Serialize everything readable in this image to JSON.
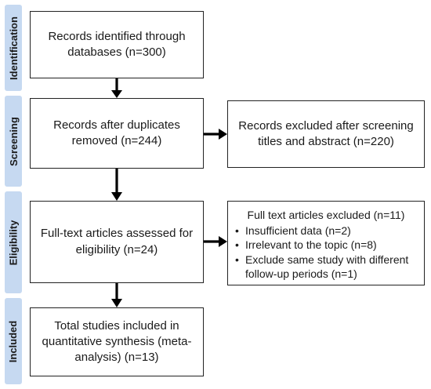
{
  "phases": [
    {
      "id": "identification",
      "label": "Identification"
    },
    {
      "id": "screening",
      "label": "Screening"
    },
    {
      "id": "eligibility",
      "label": "Eligibility"
    },
    {
      "id": "included",
      "label": "Included"
    }
  ],
  "boxes": {
    "identified": "Records identified through\ndatabases (n=300)",
    "after_duplicates": "Records after duplicates\nremoved (n=244)",
    "excluded_screening": "Records excluded after screening\ntitles and abstract (n=220)",
    "assessed": "Full-text articles assessed for\neligibility (n=24)",
    "included": "Total  studies included in\nquantitative synthesis (meta-\nanalysis) (n=13)"
  },
  "excluded_fulltext": {
    "heading": "Full text articles excluded (n=11)",
    "bullet": "•",
    "items": [
      "Insufficient data (n=2)",
      "Irrelevant to the topic (n=8)",
      "Exclude same study with different follow-up periods (n=1)"
    ]
  },
  "colors": {
    "phase_fill": "#c6d9f1",
    "border": "#222222",
    "arrow": "#000000"
  }
}
